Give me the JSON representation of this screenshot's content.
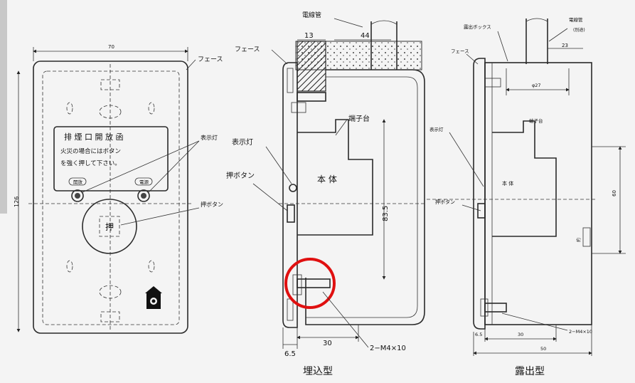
{
  "labels": {
    "front": {
      "width": "70",
      "height": "126",
      "face": "フェース",
      "panel_title": "排 煙 口 開 放 函",
      "panel_line1": "火災の場合にはボタン",
      "panel_line2": "を強く押して下さい。",
      "lamp_left": "開放",
      "lamp_right": "電源",
      "indicator": "表示灯",
      "button_char": "押",
      "push_button": "押ボタン"
    },
    "flush": {
      "conduit": "電線管",
      "dim_13": "13",
      "dim_44": "44",
      "face": "フェース",
      "terminal": "端子台",
      "indicator": "表示灯",
      "push_button": "押ボタン",
      "body": "本 体",
      "dim_83_5": "83.5",
      "screw": "2−M4×10",
      "dim_30": "30",
      "dim_6_5": "6.5",
      "caption": "埋込型"
    },
    "exposed": {
      "exposed_box": "露出ボックス",
      "face": "フェース",
      "conduit": "電線管",
      "conduit_note": "(別途)",
      "dim_23": "23",
      "dim_phi": "φ27",
      "terminal": "端子台",
      "indicator": "表示灯",
      "body": "本 体",
      "push_button": "押ボタン",
      "dim_right": "60",
      "dim_small": "約",
      "screw": "2−M4×10",
      "dim_6_5": "6.5",
      "dim_30": "30",
      "dim_50": "50",
      "caption": "露出型"
    }
  },
  "colors": {
    "highlight": "#e01010",
    "line": "#2a2a2a",
    "background": "#f4f4f4"
  }
}
